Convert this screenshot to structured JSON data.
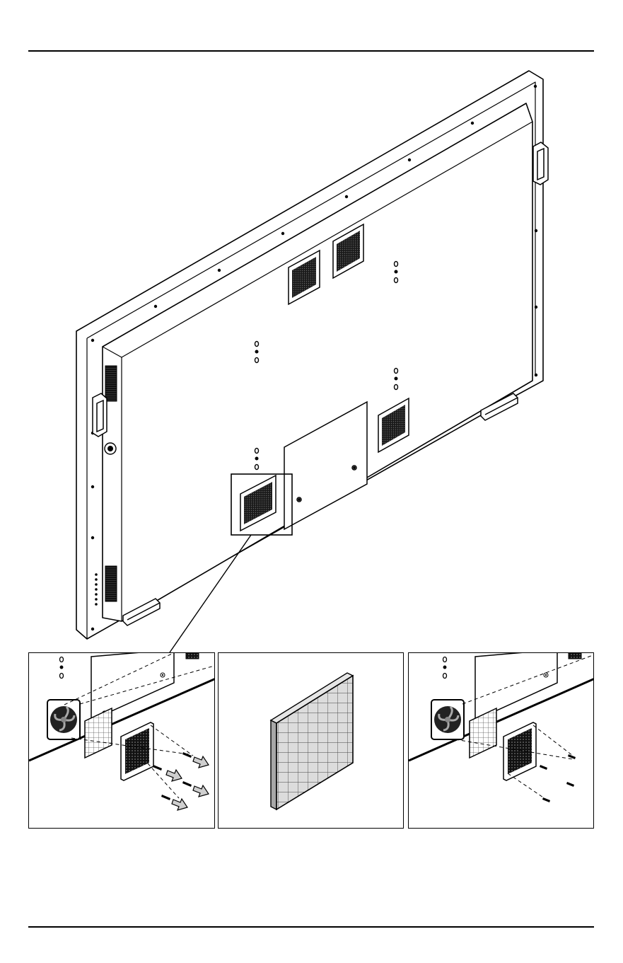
{
  "figure": {
    "subject": "display-rear-view",
    "fan_grilles": 4,
    "zoom_panels": [
      "remove-fan-filter",
      "clean-filter",
      "reinstall-fan-filter"
    ],
    "colors": {
      "line": "#000000",
      "vent": "#1a1a1a",
      "filter_face": "#d9d9d9",
      "filter_edge": "#a8a8a8",
      "arrow_fill": "#cfcfcf",
      "paper": "#ffffff"
    }
  }
}
